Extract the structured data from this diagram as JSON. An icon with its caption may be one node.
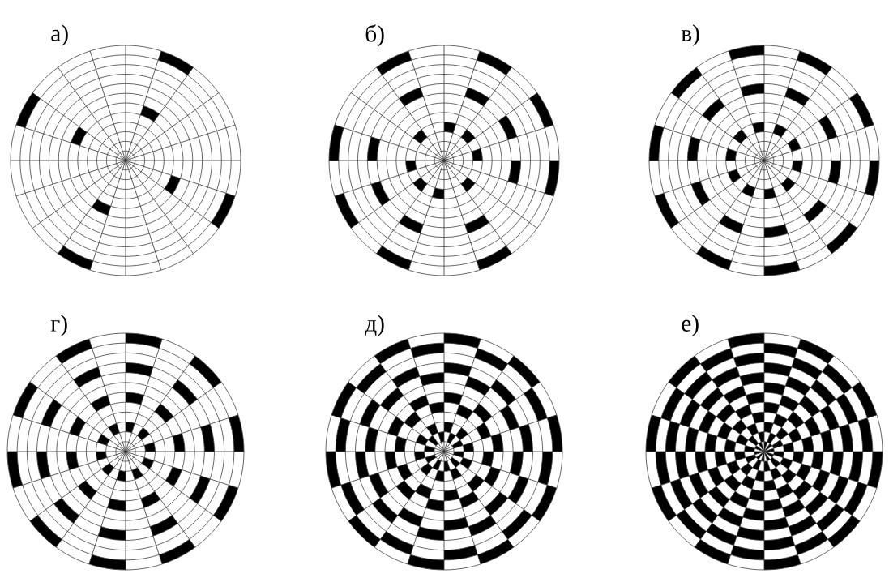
{
  "diagram": {
    "labels": [
      "а)",
      "б)",
      "в)",
      "г)",
      "д)",
      "е)"
    ]
  }
}
